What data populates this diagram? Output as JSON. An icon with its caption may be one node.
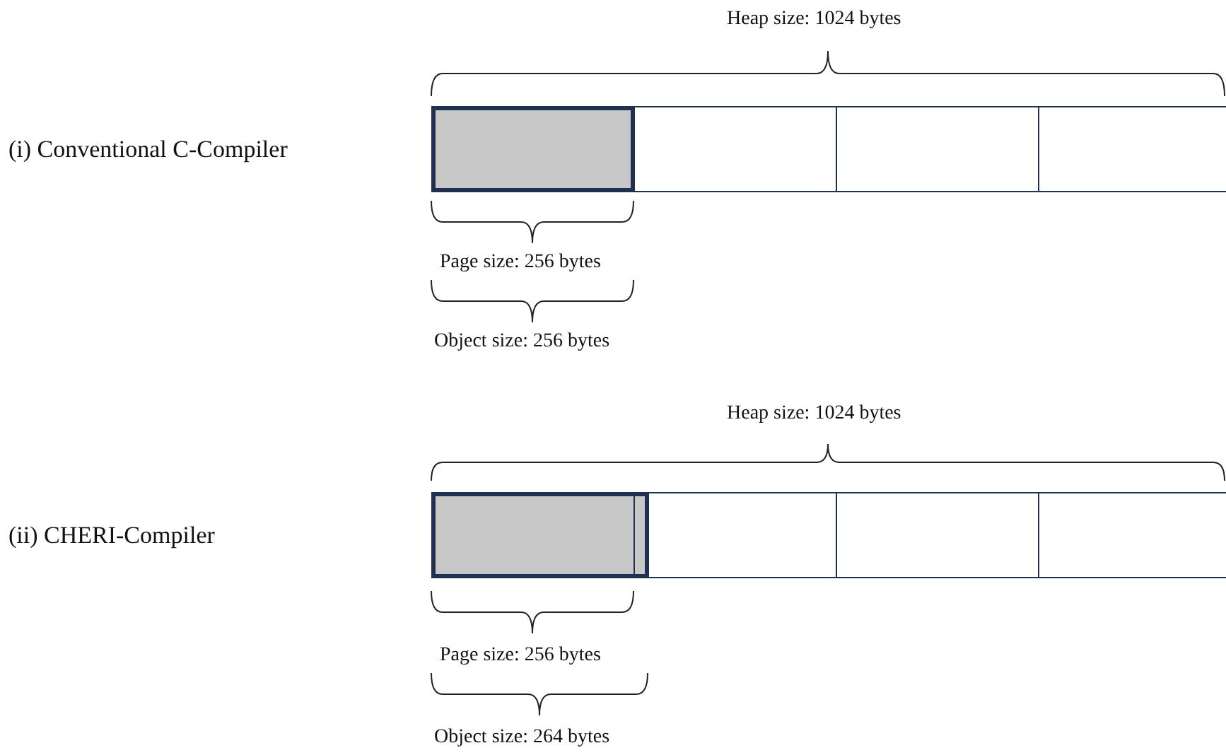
{
  "diagram": {
    "nodes": [
      {
        "text": [],
        "shape": "box"
      },
      {
        "text": [],
        "shape": "box"
      },
      {
        "text": [],
        "shape": "box"
      },
      {
        "text": [],
        "shape": "box"
      },
      {
        "text": [],
        "shape": "box"
      },
      {
        "text": [],
        "shape": "box"
      },
      {
        "text": [],
        "shape": "box"
      },
      {
        "text": [],
        "shape": "box"
      }
    ],
    "labels": [
      "Heap size: 1024 bytes",
      "(i) Conventional C-Compiler",
      "Page size: 256 bytes",
      "Object size: 256 bytes",
      "Heap size: 1024 bytes",
      "(ii) CHERI-Compiler",
      "Page size: 256 bytes",
      "Object size: 264 bytes"
    ]
  }
}
